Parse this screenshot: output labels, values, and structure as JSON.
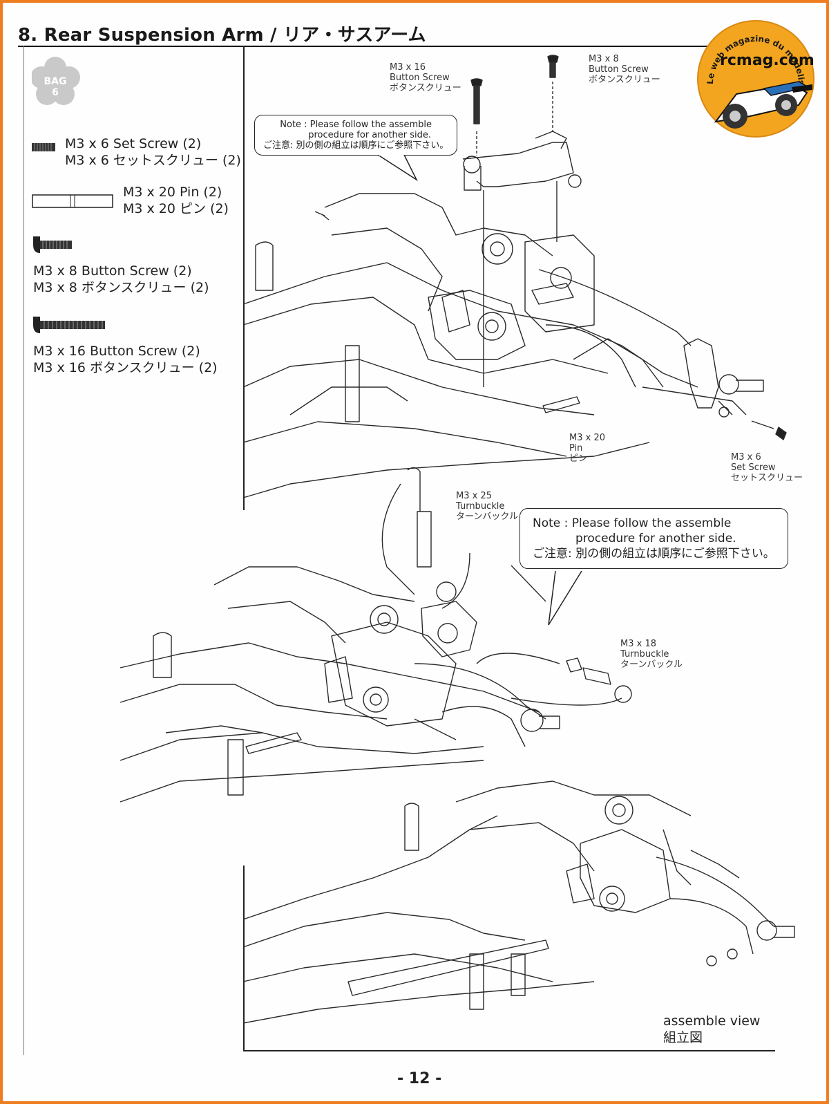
{
  "header": {
    "title": "8. Rear Suspension Arm / リア・サスアーム"
  },
  "bag": {
    "label": "BAG",
    "number": "6"
  },
  "parts": [
    {
      "en": "M3 x 6 Set Screw (2)",
      "jp": "M3 x 6 セットスクリュー (2)",
      "icon": "set-screw-icon"
    },
    {
      "en": "M3 x 20 Pin (2)",
      "jp": "M3 x 20 ピン (2)",
      "icon": "pin-icon"
    },
    {
      "en": "M3 x 8 Button Screw (2)",
      "jp": "M3 x 8 ボタンスクリュー (2)",
      "icon": "short-button-screw-icon"
    },
    {
      "en": "M3 x 16 Button Screw (2)",
      "jp": "M3 x 16 ボタンスクリュー (2)",
      "icon": "long-button-screw-icon"
    }
  ],
  "step1": {
    "callout_m3x16": {
      "l1": "M3 x 16",
      "l2": "Button Screw",
      "l3": "ボタンスクリュー"
    },
    "callout_m3x8": {
      "l1": "M3 x 8",
      "l2": "Button Screw",
      "l3": "ボタンスクリュー"
    },
    "note": {
      "l1": "Note : Please follow the assemble",
      "l2": "procedure for another side.",
      "l3": "ご注意: 別の側の組立は順序にご参照下さい。"
    },
    "callout_pin": {
      "l1": "M3 x 20",
      "l2": "Pin",
      "l3": "ピン"
    },
    "callout_setscrew": {
      "l1": "M3 x 6",
      "l2": "Set Screw",
      "l3": "セットスクリュー"
    }
  },
  "step2": {
    "callout_m3x25": {
      "l1": "M3 x 25",
      "l2": "Turnbuckle",
      "l3": "ターンバックル"
    },
    "note": {
      "l1": "Note : Please follow the assemble",
      "l2": "procedure for another side.",
      "l3": "ご注意: 別の側の組立は順序にご参照下さい。"
    },
    "callout_m3x18": {
      "l1": "M3 x 18",
      "l2": "Turnbuckle",
      "l3": "ターンバックル"
    }
  },
  "assemble_view": {
    "en": "assemble view",
    "jp": "組立図"
  },
  "footer": {
    "page_number": "- 12 -"
  },
  "logo": {
    "arc_text": "Le web magazine du modelisme",
    "brand": "rcmag.com"
  },
  "colors": {
    "border": "#ee7d1f",
    "logo_fill": "#f3a51f",
    "ink": "#222222"
  }
}
